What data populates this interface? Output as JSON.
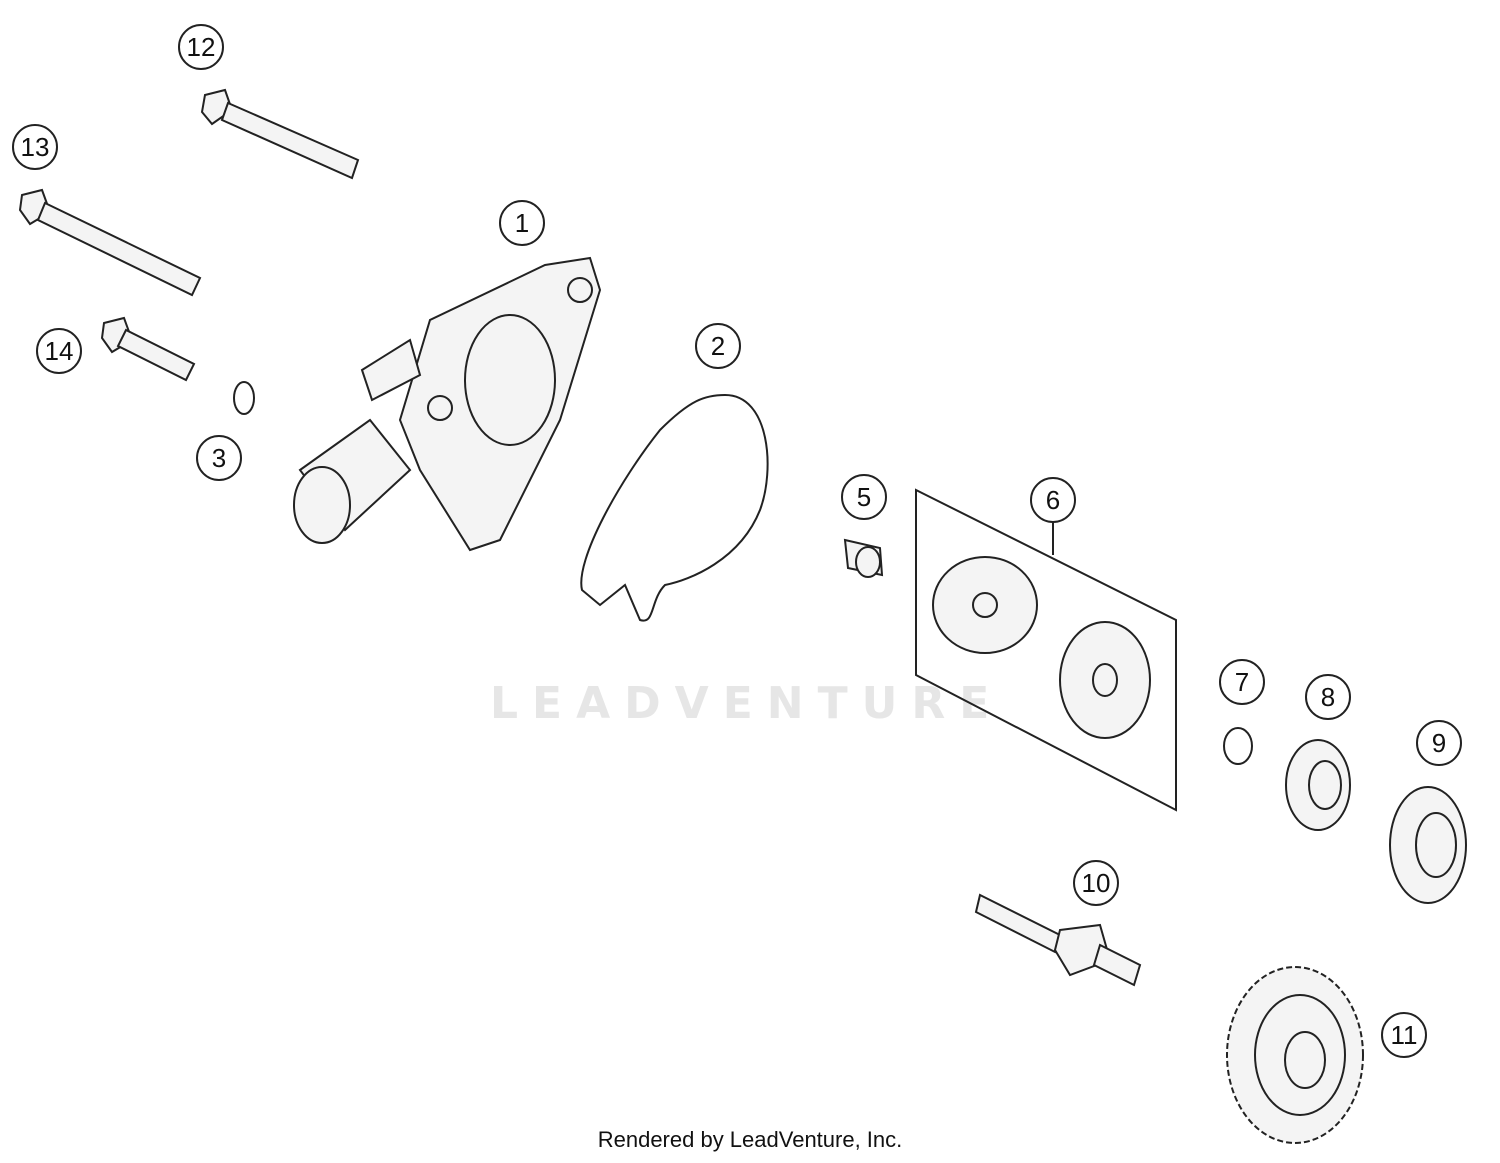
{
  "diagram": {
    "callouts": [
      "1",
      "2",
      "3",
      "5",
      "6",
      "7",
      "8",
      "9",
      "10",
      "11",
      "12",
      "13",
      "14"
    ],
    "watermark": "LEADVENTURE",
    "footer": "Rendered by LeadVenture, Inc."
  }
}
